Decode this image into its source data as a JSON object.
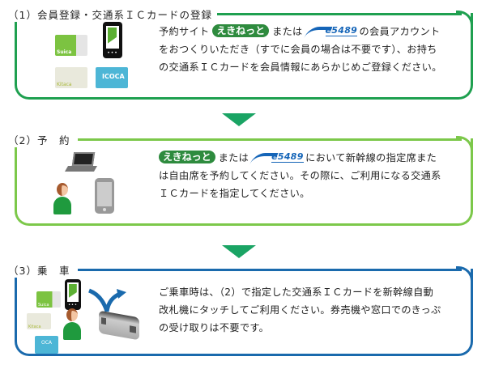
{
  "steps": [
    {
      "title": "（1）会員登録・交通系ＩＣカードの登録",
      "color": "#1fa050",
      "lines": [
        {
          "pre": "予約サイト",
          "mid1": "えきねっと",
          "mid2": "または",
          "logo": "e5489",
          "post": "の会員アカウント"
        },
        "をおつくりいただき（すでに会員の場合は不要です）、お持ち",
        "の交通系ＩＣカードを会員情報にあらかじめご登録ください。"
      ],
      "cards": [
        "Suica",
        "Kitaca",
        "ICOCA"
      ]
    },
    {
      "title": "（2）予　約",
      "color": "#7cc84a",
      "lines": [
        {
          "mid1": "えきねっと",
          "mid2": "または",
          "logo": "e5489",
          "post": "において新幹線の指定席また"
        },
        "は自由席を予約してください。その際に、ご利用になる交通系",
        "ＩＣカードを指定してください。"
      ]
    },
    {
      "title": "（3）乗　車",
      "color": "#1a6aad",
      "lines": [
        "ご乗車時は、（2）で指定した交通系ＩＣカードを新幹線自動",
        "改札機にタッチしてご利用ください。券売機や窓口でのきっぷ",
        "の受け取りは不要です。"
      ],
      "cards": [
        "Suica",
        "Kitaca",
        "OCA"
      ]
    }
  ],
  "arrow_color": "#1aa464",
  "phone_dots": "•••"
}
